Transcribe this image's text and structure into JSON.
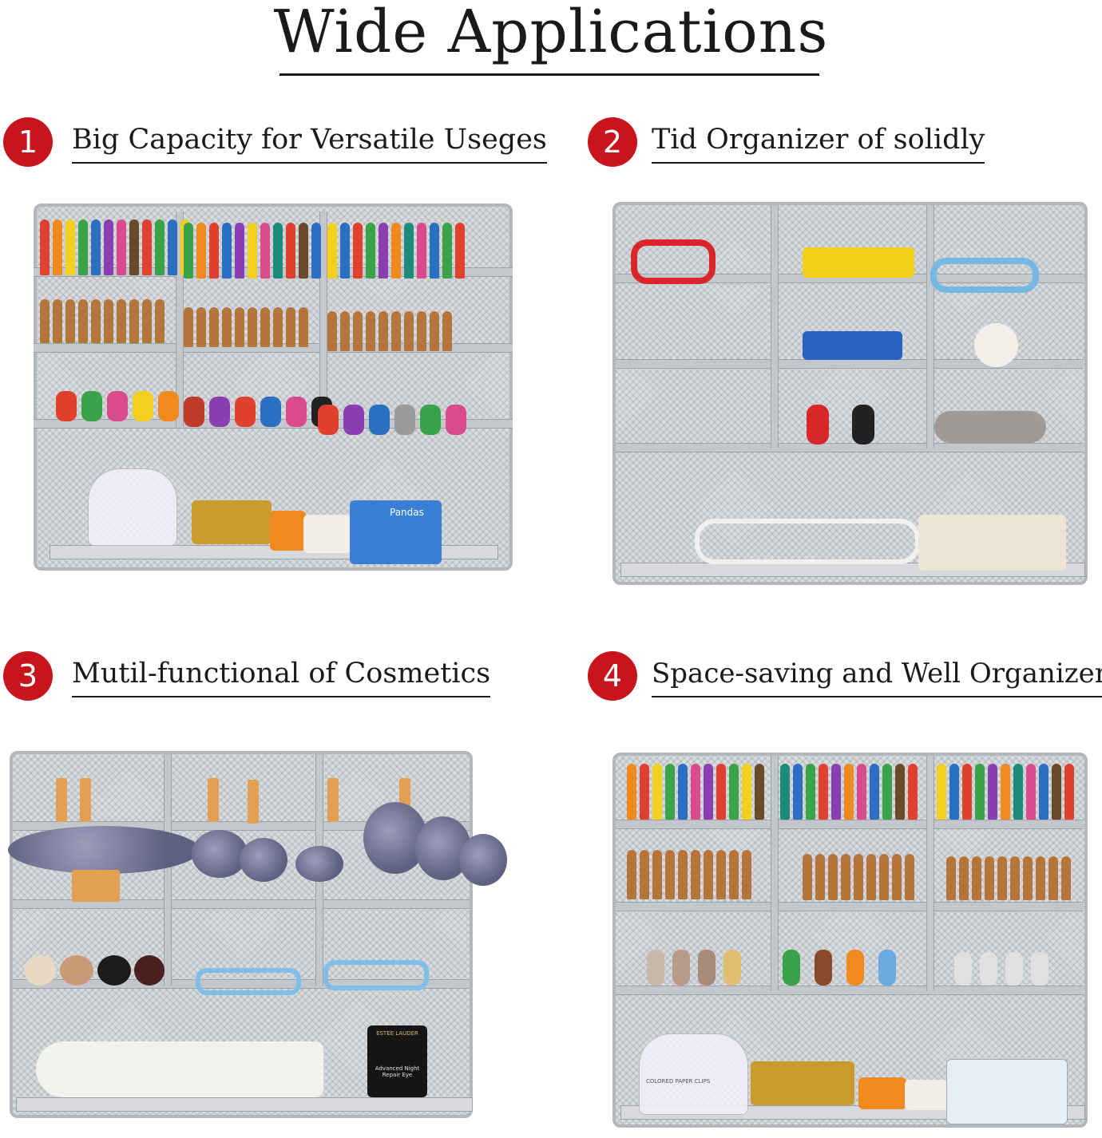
{
  "page": {
    "title": "Wide Applications"
  },
  "features": [
    {
      "number": "1",
      "text": "Big Capacity for Versatile Useges"
    },
    {
      "number": "2",
      "text": "Tid Organizer of solidly"
    },
    {
      "number": "3",
      "text": "Mutil-functional of Cosmetics"
    },
    {
      "number": "4",
      "text": "Space-saving and Well Organizer"
    }
  ],
  "colors": {
    "badge": "#c8141c",
    "text": "#1a1a1a",
    "mesh": "#d9dcdf"
  },
  "photo_labels": {
    "book": "Pandas",
    "clip_tin": "COLORED PAPER CLIPS",
    "cream": "ESTEE LAUDER",
    "cream_sub": "Advanced Night Repair Eye"
  }
}
